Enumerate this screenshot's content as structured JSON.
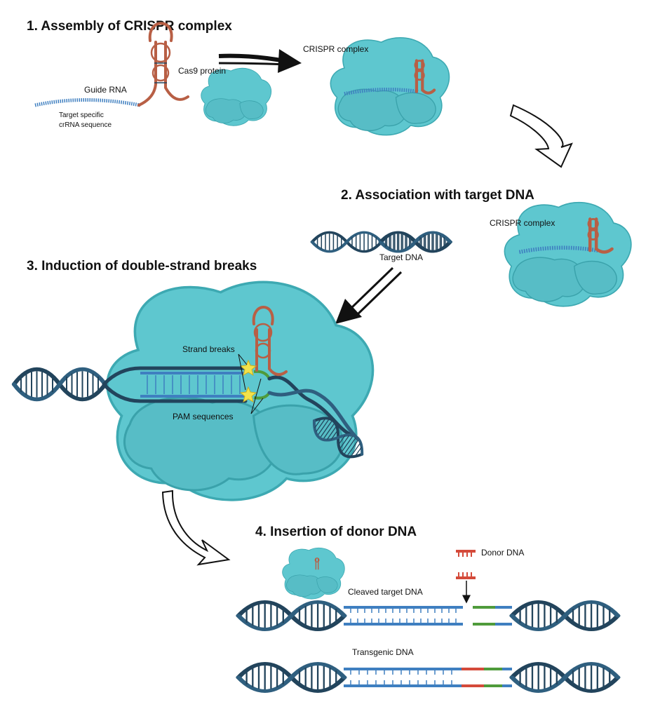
{
  "steps": {
    "step1": {
      "title": "1. Assembly of CRISPR complex"
    },
    "step2": {
      "title": "2. Association with target DNA"
    },
    "step3": {
      "title": "3. Induction of double-strand breaks"
    },
    "step4": {
      "title": "4. Insertion of donor DNA"
    }
  },
  "labels": {
    "guide_rna": "Guide RNA",
    "crrna_line1": "Target specific",
    "crrna_line2": "crRNA sequence",
    "cas9_protein": "Cas9 protein",
    "crispr_complex_1": "CRISPR complex",
    "crispr_complex_2": "CRISPR complex",
    "target_dna": "Target DNA",
    "strand_breaks": "Strand breaks",
    "pam_sequences": "PAM sequences",
    "donor_dna": "Donor DNA",
    "cleaved_target_dna": "Cleaved target DNA",
    "transgenic_dna": "Transgenic DNA"
  },
  "colors": {
    "protein": "#5ec7cf",
    "guide_rna_scaffold": "#b85f45",
    "crrna": "#3f7fc0",
    "dna": "#22445c",
    "pam": "#4f9b3b",
    "donor": "#d44a3a",
    "break_star": "#f2e24b"
  },
  "icons": [
    "bold-arrow",
    "hollow-curved-arrow",
    "double-line-arrow",
    "star-marker"
  ]
}
